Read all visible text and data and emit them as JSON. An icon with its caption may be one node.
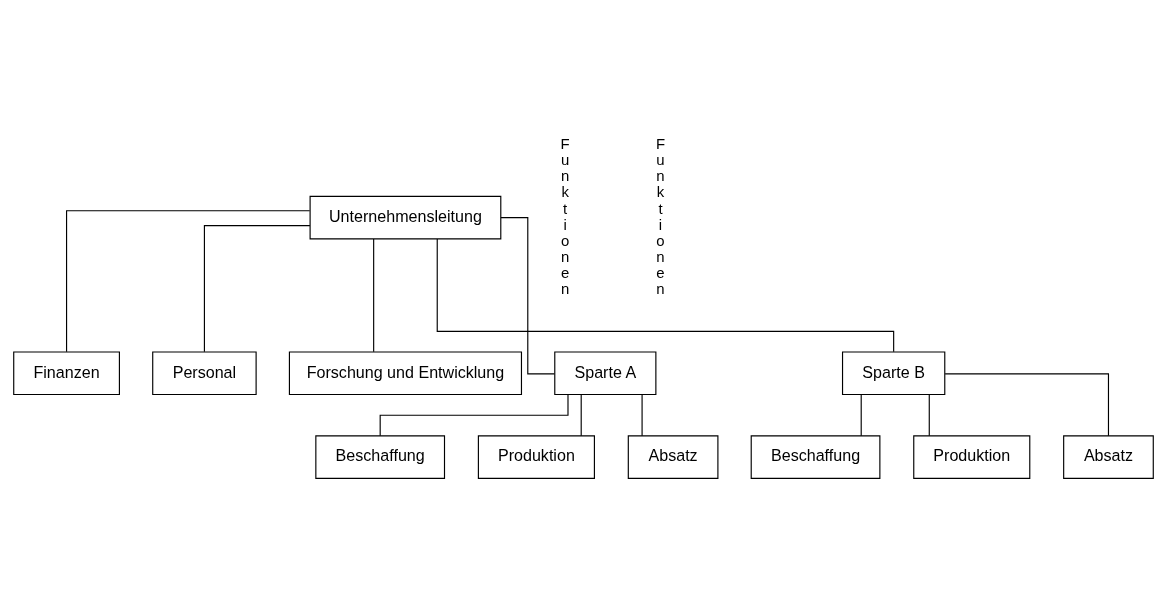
{
  "diagram": {
    "nodes": [
      {
        "text": [
          "Unternehmensleitung"
        ]
      },
      {
        "text": [
          "Finanzen"
        ]
      },
      {
        "text": [
          "Personal"
        ]
      },
      {
        "text": [
          "Forschung und Entwicklung"
        ]
      },
      {
        "text": [
          "Sparte A"
        ]
      },
      {
        "text": [
          "Beschaffung"
        ]
      },
      {
        "text": [
          "Produktion"
        ]
      },
      {
        "text": [
          "Absatz"
        ]
      },
      {
        "text": [
          "Sparte B"
        ]
      },
      {
        "text": [
          "Beschaffung"
        ]
      },
      {
        "text": [
          "Produktion"
        ]
      },
      {
        "text": [
          "Absatz"
        ]
      }
    ],
    "edges": [
      {
        "from": 0,
        "to": 1,
        "arrow": "none"
      },
      {
        "from": 0,
        "to": 2,
        "arrow": "none"
      },
      {
        "from": 0,
        "to": 3,
        "arrow": "none"
      },
      {
        "from": 0,
        "to": 4,
        "arrow": "none"
      },
      {
        "from": 0,
        "to": 8,
        "arrow": "none"
      },
      {
        "from": 4,
        "to": 5,
        "arrow": "none"
      },
      {
        "from": 4,
        "to": 6,
        "arrow": "none"
      },
      {
        "from": 4,
        "to": 7,
        "arrow": "none"
      },
      {
        "from": 8,
        "to": 9,
        "arrow": "none"
      },
      {
        "from": 8,
        "to": 10,
        "arrow": "none"
      },
      {
        "from": 8,
        "to": 11,
        "arrow": "none"
      }
    ],
    "labels": [
      "Funktionen",
      "Funktionen"
    ]
  }
}
